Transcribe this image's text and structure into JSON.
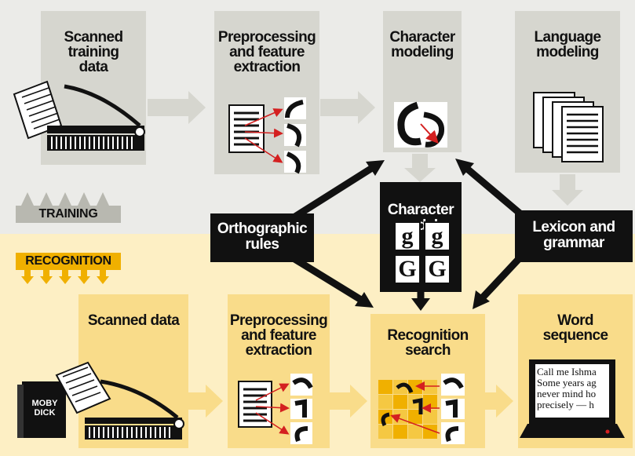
{
  "training": {
    "label": "TRAINING",
    "stages": [
      {
        "id": "scanned-training",
        "title": "Scanned\ntraining\ndata"
      },
      {
        "id": "preprocessing-train",
        "title": "Preprocessing\nand feature\nextraction"
      },
      {
        "id": "character-modeling",
        "title": "Character\nmodeling"
      },
      {
        "id": "language-modeling",
        "title": "Language\nmodeling"
      }
    ]
  },
  "center": {
    "character_models": {
      "title": "Character\nmodels",
      "glyphs": [
        "g",
        "g",
        "G",
        "G"
      ]
    },
    "orthographic_rules": "Orthographic\nrules",
    "lexicon_grammar": "Lexicon and\ngrammar"
  },
  "recognition": {
    "label": "RECOGNITION",
    "stages": [
      {
        "id": "scanned-data",
        "title": "Scanned data"
      },
      {
        "id": "preprocessing-recog",
        "title": "Preprocessing\nand feature\nextraction"
      },
      {
        "id": "recognition-search",
        "title": "Recognition\nsearch"
      },
      {
        "id": "word-sequence",
        "title": "Word\nsequence"
      }
    ],
    "book_title": "MOBY\nDICK",
    "screen_text": "Call me Ishma\nSome years ag\nnever mind ho\nprecisely — h"
  },
  "colors": {
    "training_band": "#ebebe8",
    "training_panel": "#d6d6cf",
    "recognition_band": "#fdefc4",
    "recognition_panel": "#f9dc8a",
    "arrow_red": "#d42020",
    "box_black": "#111111"
  }
}
